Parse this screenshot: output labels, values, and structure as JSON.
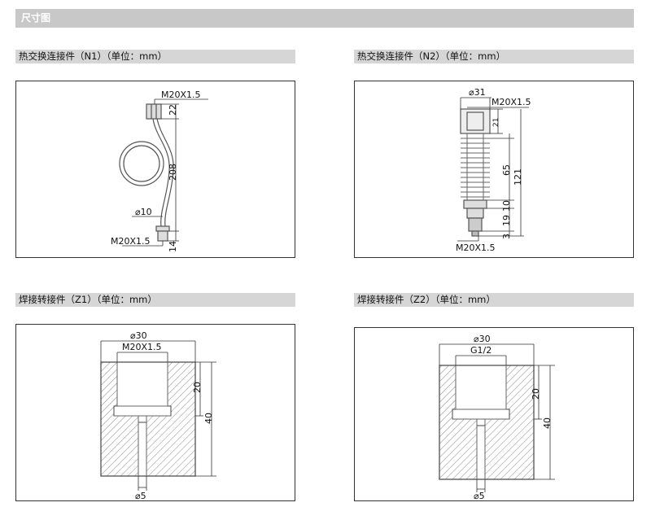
{
  "header": {
    "title": "尺寸图"
  },
  "sections": [
    {
      "caption": "热交换连接件（N1）（单位：mm）",
      "labels": {
        "thread_top": "M20X1.5",
        "top_h": "22",
        "total_h": "208",
        "tube_d": "⌀10",
        "thread_bottom": "M20X1.5",
        "bottom_h": "14"
      }
    },
    {
      "caption": "热交换连接件（N2）（单位：mm）",
      "labels": {
        "outer_d": "⌀31",
        "thread": "M20X1.5",
        "top_h": "21",
        "fin_h": "65",
        "total_h": "121",
        "mid_h": "10",
        "lower_h": "19",
        "bottom_h": "3",
        "thread_bottom": "M20X1.5"
      }
    },
    {
      "caption": "焊接转接件（Z1）（单位：mm）",
      "labels": {
        "outer_d": "⌀30",
        "thread": "M20X1.5",
        "depth": "20",
        "height": "40",
        "hole_d": "⌀5"
      }
    },
    {
      "caption": "焊接转接件（Z2）（单位：mm）",
      "labels": {
        "outer_d": "⌀30",
        "thread": "G1/2",
        "depth": "20",
        "height": "40",
        "hole_d": "⌀5"
      }
    }
  ]
}
